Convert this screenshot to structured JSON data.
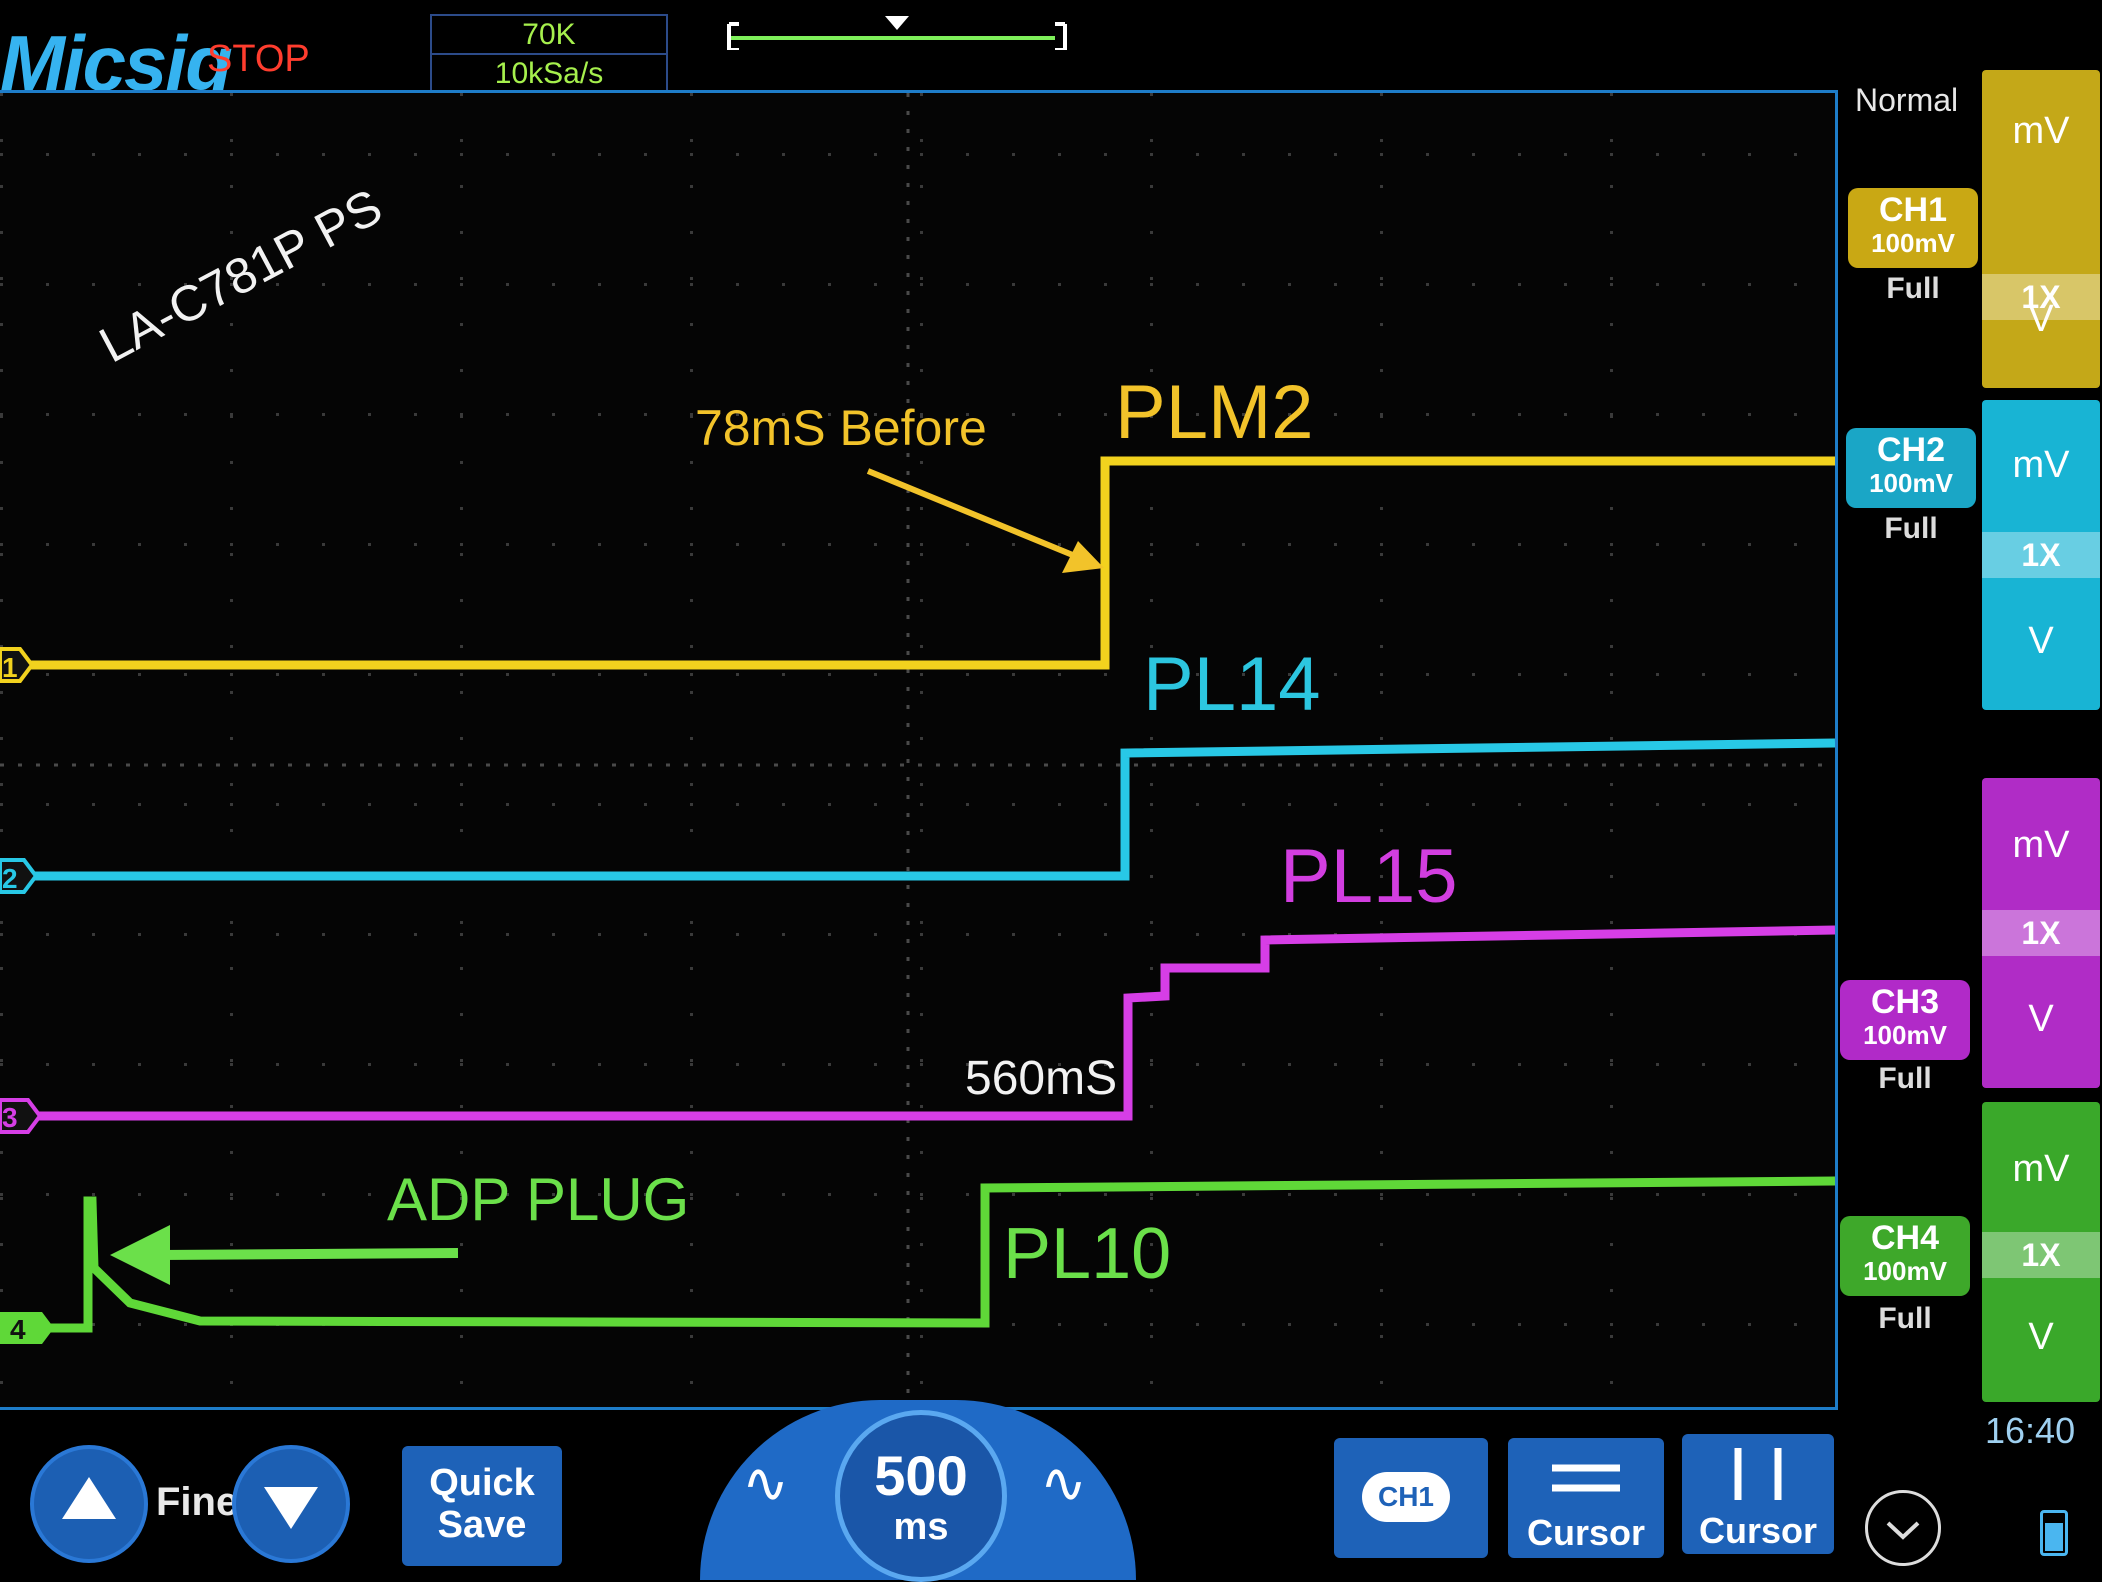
{
  "header": {
    "brand": "Micsig",
    "run_state": "STOP",
    "memory_depth": "70K",
    "sample_rate": "10kSa/s"
  },
  "trigger": {
    "mode": "Normal"
  },
  "annotations": {
    "watermark": "LA-C781P PS",
    "delay_note": "78mS Before",
    "time_note": "560mS",
    "adp_note": "ADP PLUG"
  },
  "channels": [
    {
      "id": "1",
      "tag": "CH1",
      "scale": "100mV",
      "coupling": "Full",
      "probe": "1X",
      "unit_up": "mV",
      "unit_down": "V",
      "rail": "PLM2",
      "color": "#f2d21e"
    },
    {
      "id": "2",
      "tag": "CH2",
      "scale": "100mV",
      "coupling": "Full",
      "probe": "1X",
      "unit_up": "mV",
      "unit_down": "V",
      "rail": "PL14",
      "color": "#28c8e6"
    },
    {
      "id": "3",
      "tag": "CH3",
      "scale": "100mV",
      "coupling": "Full",
      "probe": "1X",
      "unit_up": "mV",
      "unit_down": "V",
      "rail": "PL15",
      "color": "#d63ee6"
    },
    {
      "id": "4",
      "tag": "CH4",
      "scale": "100mV",
      "coupling": "Full",
      "probe": "1X",
      "unit_up": "mV",
      "unit_down": "V",
      "rail": "PL10",
      "color": "#5fd838"
    }
  ],
  "status": {
    "clock": "16:40"
  },
  "controls": {
    "fine_label": "Fine",
    "quick_save_line1": "Quick",
    "quick_save_line2": "Save",
    "timebase_value": "500",
    "timebase_unit": "ms",
    "ch_select": "CH1",
    "cursor_h_label": "Cursor",
    "cursor_v_label": "Cursor"
  },
  "icons": [
    "up-arrow-icon",
    "down-arrow-icon",
    "sine-wave-icon",
    "horizontal-cursor-icon",
    "vertical-cursor-icon",
    "exit-icon",
    "battery-icon"
  ]
}
